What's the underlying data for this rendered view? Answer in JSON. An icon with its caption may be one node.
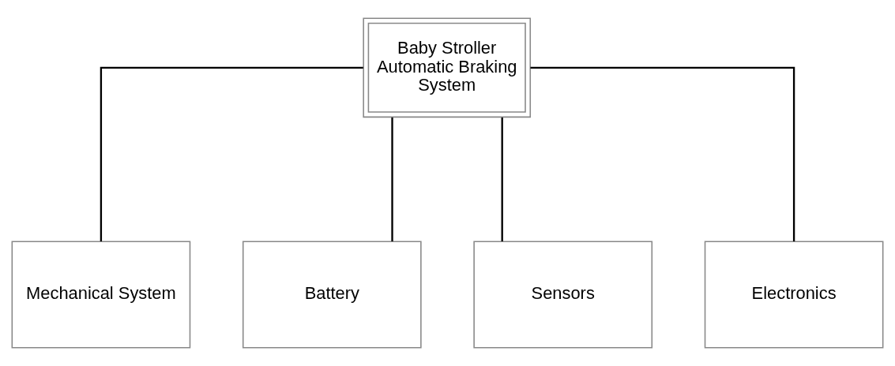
{
  "diagram": {
    "nodes": [
      {
        "text": [
          "Baby Stroller Automatic Braking System"
        ]
      },
      {
        "text": [
          "Mechanical System"
        ]
      },
      {
        "text": [
          "Battery"
        ]
      },
      {
        "text": [
          "Sensors"
        ]
      },
      {
        "text": [
          "Electronics"
        ]
      }
    ],
    "edges": [
      {
        "from": 0,
        "to": 1,
        "arrow": "none"
      },
      {
        "from": 0,
        "to": 2,
        "arrow": "none"
      },
      {
        "from": 0,
        "to": 3,
        "arrow": "none"
      },
      {
        "from": 0,
        "to": 4,
        "arrow": "none"
      }
    ]
  }
}
